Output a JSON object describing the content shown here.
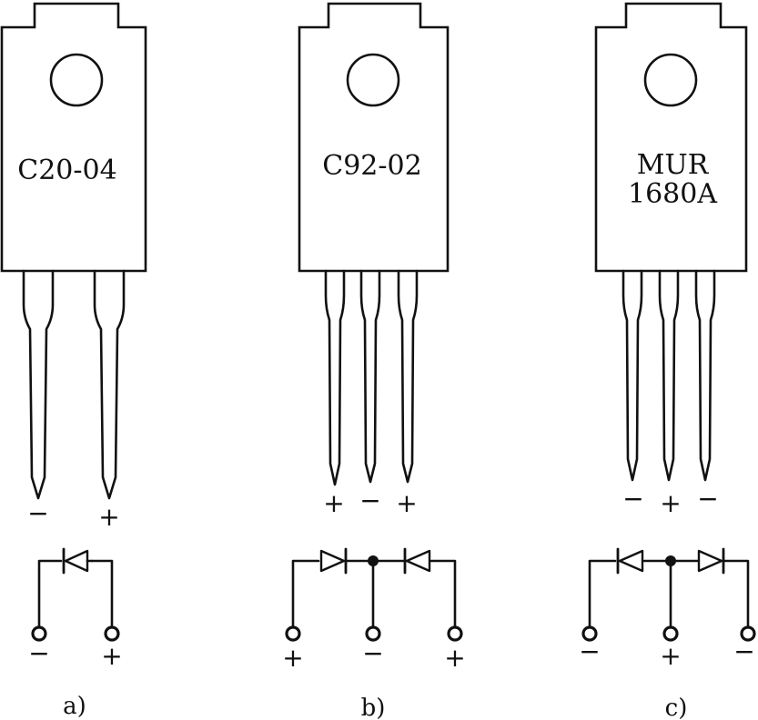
{
  "components": [
    {
      "id": "a",
      "marking": [
        "C20-04"
      ],
      "lead_signs": [
        "−",
        "+"
      ],
      "terminal_signs": [
        "−",
        "+"
      ],
      "caption": "a)"
    },
    {
      "id": "b",
      "marking": [
        "C92-02"
      ],
      "lead_signs": [
        "+",
        "−",
        "+"
      ],
      "terminal_signs": [
        "+",
        "−",
        "+"
      ],
      "caption": "b)"
    },
    {
      "id": "c",
      "marking": [
        "MUR",
        "1680A"
      ],
      "lead_signs": [
        "−",
        "+",
        "−"
      ],
      "terminal_signs": [
        "−",
        "+",
        "−"
      ],
      "caption": "c)"
    }
  ]
}
